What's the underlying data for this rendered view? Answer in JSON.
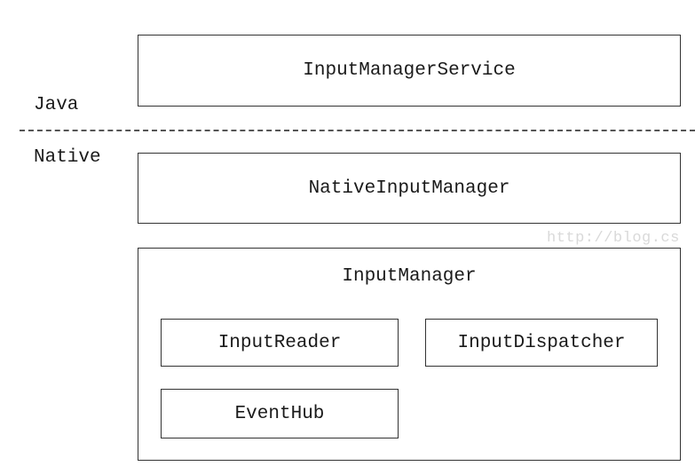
{
  "layers": {
    "java": "Java",
    "native": "Native"
  },
  "boxes": {
    "input_manager_service": "InputManagerService",
    "native_input_manager": "NativeInputManager",
    "input_manager": "InputManager",
    "input_reader": "InputReader",
    "input_dispatcher": "InputDispatcher",
    "event_hub": "EventHub"
  },
  "watermark": "http://blog.cs"
}
